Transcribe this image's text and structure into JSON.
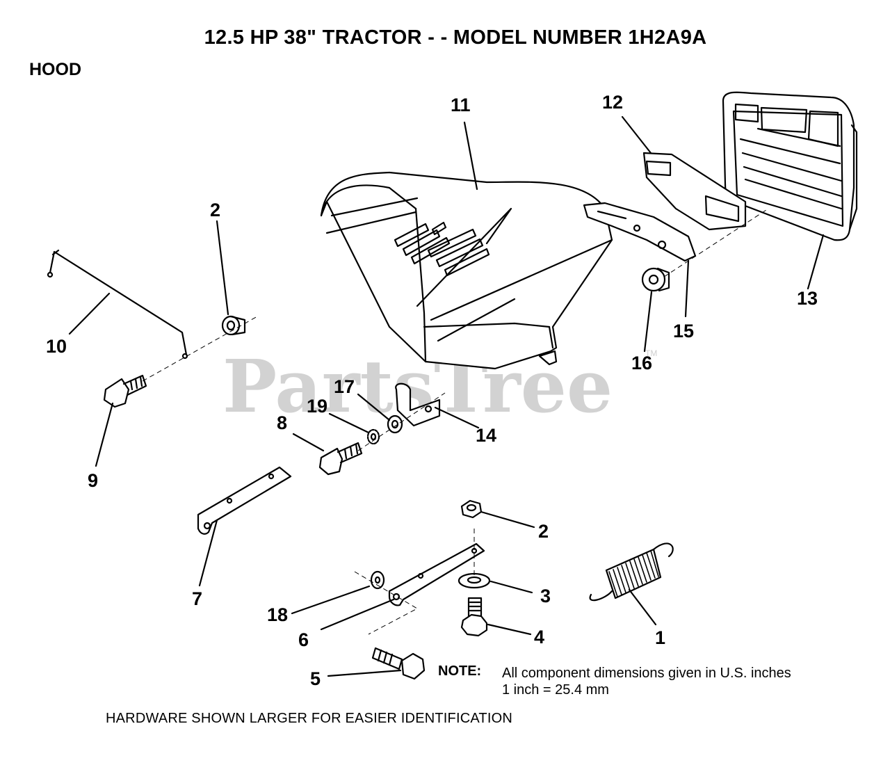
{
  "header": {
    "title": "12.5 HP 38\" TRACTOR - - MODEL NUMBER 1H2A9A",
    "section": "HOOD"
  },
  "watermark": {
    "text": "PartsTree",
    "tm": "TM",
    "color": "#d2d2d2"
  },
  "parts": [
    {
      "id": "1",
      "label": "1"
    },
    {
      "id": "2a",
      "label": "2"
    },
    {
      "id": "2b",
      "label": "2"
    },
    {
      "id": "3",
      "label": "3"
    },
    {
      "id": "4",
      "label": "4"
    },
    {
      "id": "5",
      "label": "5"
    },
    {
      "id": "6",
      "label": "6"
    },
    {
      "id": "7",
      "label": "7"
    },
    {
      "id": "8",
      "label": "8"
    },
    {
      "id": "9",
      "label": "9"
    },
    {
      "id": "10",
      "label": "10"
    },
    {
      "id": "11",
      "label": "11"
    },
    {
      "id": "12",
      "label": "12"
    },
    {
      "id": "13",
      "label": "13"
    },
    {
      "id": "14",
      "label": "14"
    },
    {
      "id": "15",
      "label": "15"
    },
    {
      "id": "16",
      "label": "16"
    },
    {
      "id": "17",
      "label": "17"
    },
    {
      "id": "18",
      "label": "18"
    },
    {
      "id": "19",
      "label": "19"
    }
  ],
  "note": {
    "label": "NOTE:",
    "line1": "All component dimensions given in U.S. inches",
    "line2": "1 inch = 25.4 mm"
  },
  "footer": "HARDWARE SHOWN LARGER FOR EASIER IDENTIFICATION"
}
